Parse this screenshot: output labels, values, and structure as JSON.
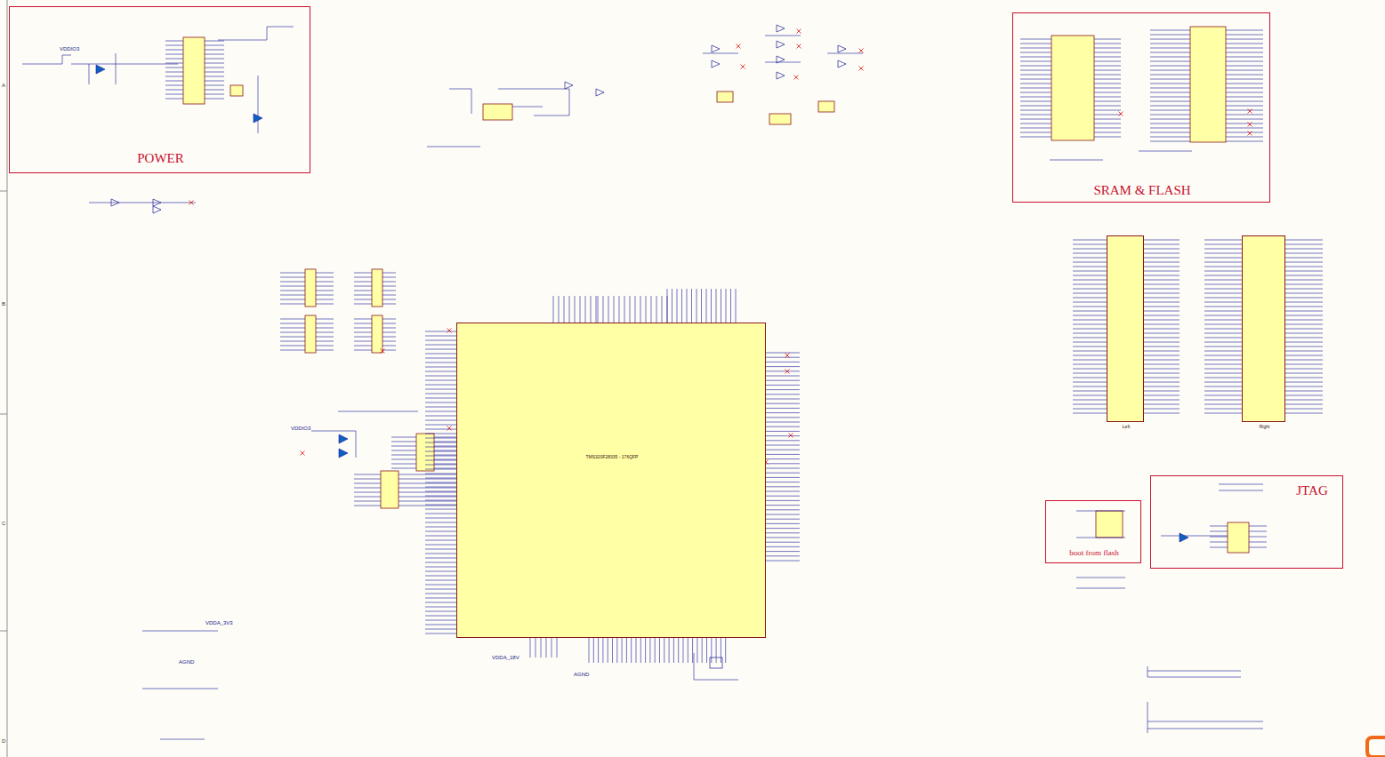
{
  "diagram": {
    "nodes": [
      {
        "text": [
          "POWER"
        ]
      },
      {
        "text": [
          "SRAM & FLASH"
        ]
      },
      {
        "text": [
          "TMS320F28335 - 176QFP"
        ]
      },
      {
        "text": [
          "Left"
        ]
      },
      {
        "text": [
          "Right"
        ]
      },
      {
        "text": [
          "boot from flash"
        ]
      },
      {
        "text": [
          "JTAG"
        ]
      }
    ],
    "labels": [
      "A",
      "B",
      "C",
      "D",
      "VDDIO3",
      "VDDIO3",
      "AGND",
      "AGND",
      "VDDA_18V",
      "VDDA_3V3"
    ]
  }
}
